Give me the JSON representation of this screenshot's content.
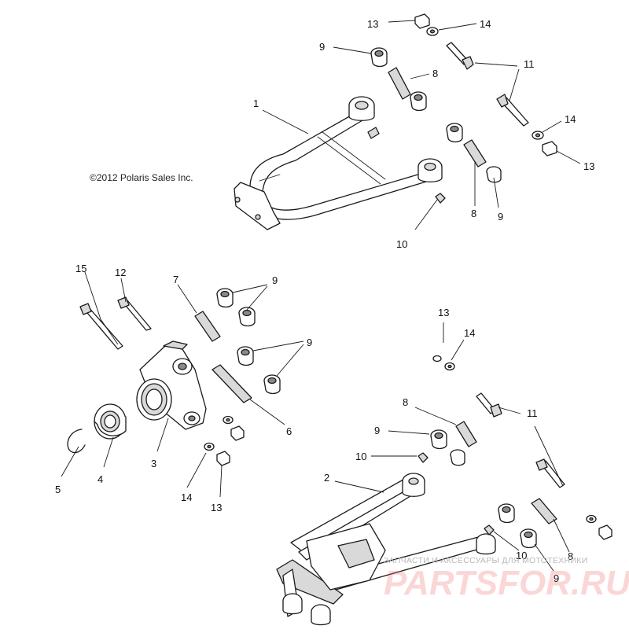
{
  "copyright": "©2012 Polaris Sales Inc.",
  "watermark": {
    "caption": "ЗАПЧАСТИ И АКСЕССУАРЫ ДЛЯ МОТОТЕХНИКИ",
    "brand": "PARTSFOR.RU"
  },
  "callouts": {
    "c13_top": "13",
    "c14_top": "14",
    "c9_top": "9",
    "c11_top": "11",
    "c8_top": "8",
    "c1": "1",
    "c14_upper_right": "14",
    "c13_upper_right": "13",
    "c8_upper_mid": "8",
    "c9_upper_mid": "9",
    "c10_upper": "10",
    "c15": "15",
    "c12": "12",
    "c7": "7",
    "c9_mid_a": "9",
    "c9_mid_b": "9",
    "c6": "6",
    "c3": "3",
    "c4": "4",
    "c5": "5",
    "c14_lower_left": "14",
    "c13_lower_left": "13",
    "c13_lower_mid": "13",
    "c14_lower_mid": "14",
    "c8_lower": "8",
    "c11_lower": "11",
    "c9_lower": "9",
    "c10_lower": "10",
    "c2": "2",
    "c10_bottom": "10",
    "c9_bottom": "9",
    "c8_bottom": "8"
  }
}
